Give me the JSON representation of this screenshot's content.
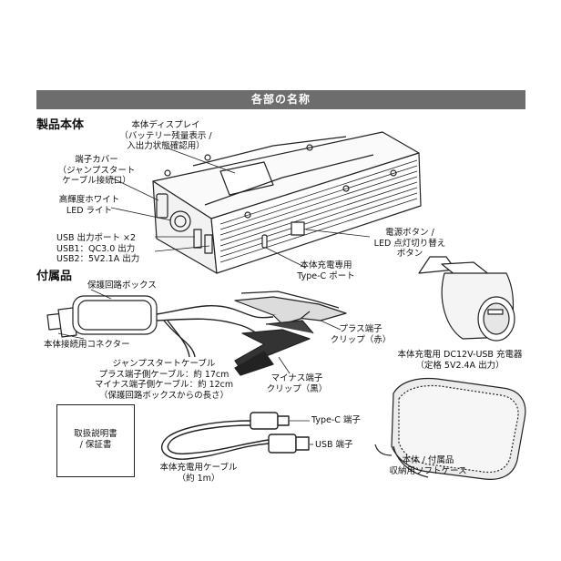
{
  "banner": {
    "title": "各部の名称"
  },
  "sections": {
    "main_unit": "製品本体",
    "accessories": "付属品"
  },
  "main_unit_labels": {
    "display": [
      "本体ディスプレイ",
      "（バッテリー残量表示 /",
      "入出力状態確認用）"
    ],
    "port_cover": [
      "端子カバー",
      "（ジャンプスタート",
      "ケーブル接続口）"
    ],
    "led_light": [
      "高輝度ホワイト",
      "LED ライト"
    ],
    "usb_ports": [
      "USB 出力ポート ×2",
      "USB1：QC3.0 出力",
      "USB2：5V2.1A 出力"
    ],
    "power_button": [
      "電源ボタン /",
      "LED 点灯切り替え",
      "ボタン"
    ],
    "typec_port": [
      "本体充電専用",
      "Type-C ポート"
    ]
  },
  "accessory_labels": {
    "protection_box": "保護回路ボックス",
    "connector": "本体接続用コネクター",
    "plus_clip": [
      "プラス端子",
      "クリップ（赤）"
    ],
    "minus_clip": [
      "マイナス端子",
      "クリップ（黒）"
    ],
    "jump_cable": [
      "ジャンプスタートケーブル",
      "プラス端子側ケーブル：約 17cm",
      "マイナス端子側ケーブル：約 12cm",
      "（保護回路ボックスからの長さ）"
    ],
    "car_charger": [
      "本体充電用 DC12V-USB 充電器",
      "（定格 5V2.4A 出力）"
    ],
    "manual": [
      "取扱説明書",
      "/ 保証書"
    ],
    "typec_end": "Type-C 端子",
    "usb_end": "USB 端子",
    "charge_cable": [
      "本体充電用ケーブル",
      "（約 1m）"
    ],
    "soft_case": [
      "本体 / 付属品",
      "収納用ソフトケース"
    ]
  }
}
